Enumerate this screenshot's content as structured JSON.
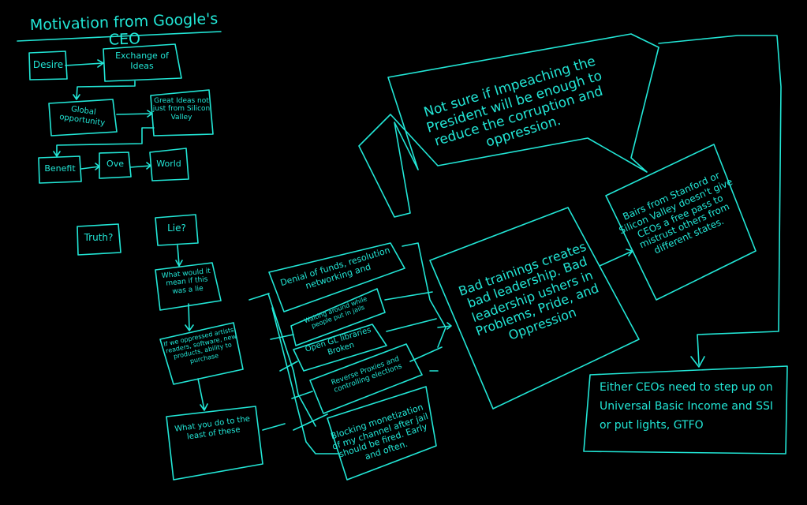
{
  "title": "Motivation from Google's CEO",
  "flow_top": {
    "desire": "Desire",
    "exchange": "Exchange of Ideas",
    "global": "Global opportunity",
    "great_ideas": "Great Ideas not just from Silicon Valley",
    "benefit": "Benefit",
    "ove": "Ove",
    "world": "World"
  },
  "truth": "Truth?",
  "lie": "Lie?",
  "lie_chain": [
    "What would it mean if this was a lie",
    "If we oppressed artists, readers, software, new products, ability to purchase",
    "What you do to the least of these"
  ],
  "examples": [
    "Denial of funds, resolution networking and",
    "Waiting around while people put in jails",
    "Open GL libraries Broken",
    "Reverse Proxies and controlling elections",
    "Blocking monetization of my channel after jail should be fired. Early and often."
  ],
  "bad_trainings": "Bad trainings creates bad leadership. Bad leadership ushers in Problems, Pride, and Oppression",
  "not_sure": "Not sure if Impeaching the President will be enough to reduce the corruption and oppression.",
  "stanford": "Bairs from Stanford or Silicon Valley doesn't give CEOs a free pass to mistrust others from different states.",
  "either": "Either CEOs need to step up on Universal Basic Income and SSI or put lights, GTFO"
}
